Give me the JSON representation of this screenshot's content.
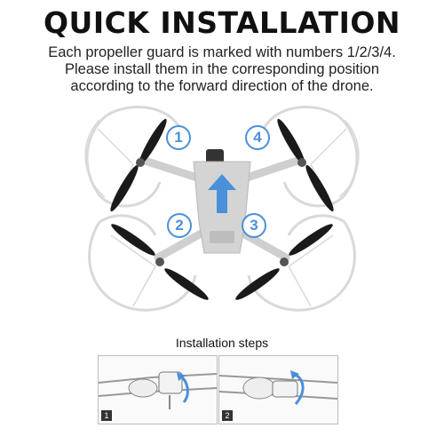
{
  "title": "QUICK INSTALLATION",
  "description": {
    "line1": "Each propeller guard is marked with numbers 1/2/3/4.",
    "line2": "Please install them in the corresponding position",
    "line3": "according to the forward direction of the drone."
  },
  "markers": [
    "1",
    "2",
    "3",
    "4"
  ],
  "steps": {
    "title": "Installation steps",
    "items": [
      {
        "number": "1"
      },
      {
        "number": "2"
      }
    ]
  },
  "colors": {
    "accent_blue": "#4a90d9",
    "propeller_tip": "#e8912d",
    "guard": "#d6d6d6",
    "body": "#cfcfcf"
  },
  "icons": [
    "forward-arrow-icon",
    "rotate-arrow-icon"
  ]
}
